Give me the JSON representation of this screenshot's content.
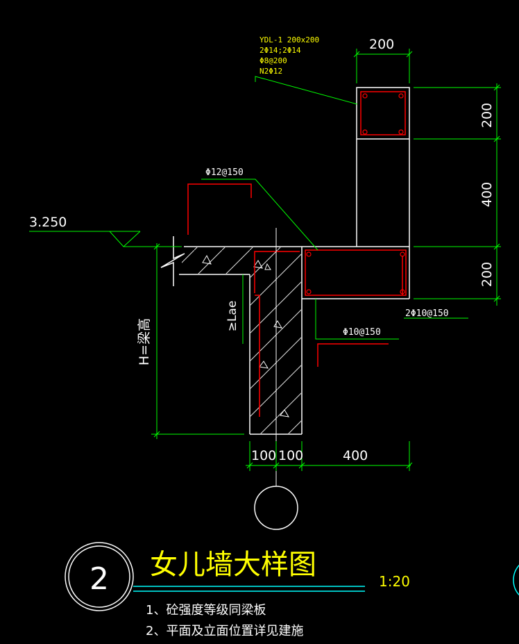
{
  "colors": {
    "background": "#000000",
    "white": "#ffffff",
    "green": "#00ff00",
    "red": "#ff0000",
    "yellow": "#ffff00",
    "cyan": "#00ffff"
  },
  "column_callout": {
    "line1": "YDL-1  200x200",
    "line2": "2Φ14;2Φ14",
    "line3": "Φ8@200",
    "line4": "N2Φ12"
  },
  "dimensions": {
    "top_width": "200",
    "right_top": "200",
    "right_mid": "400",
    "right_bottom": "200",
    "bottom_left_1": "100",
    "bottom_left_2": "100",
    "bottom_right": "400"
  },
  "rebar_labels": {
    "top_bar": "Φ12@150",
    "right_bar": "2Φ10@150",
    "bottom_bar": "Φ10@150",
    "anchorage": "≥Lae"
  },
  "elevation": "3.250",
  "beam_height": "H=梁高",
  "title": {
    "detail_number": "2",
    "name": "女儿墙大样图",
    "scale": "1:20"
  },
  "notes": [
    "1、砼强度等级同梁板",
    "2、平面及立面位置详见建施"
  ]
}
